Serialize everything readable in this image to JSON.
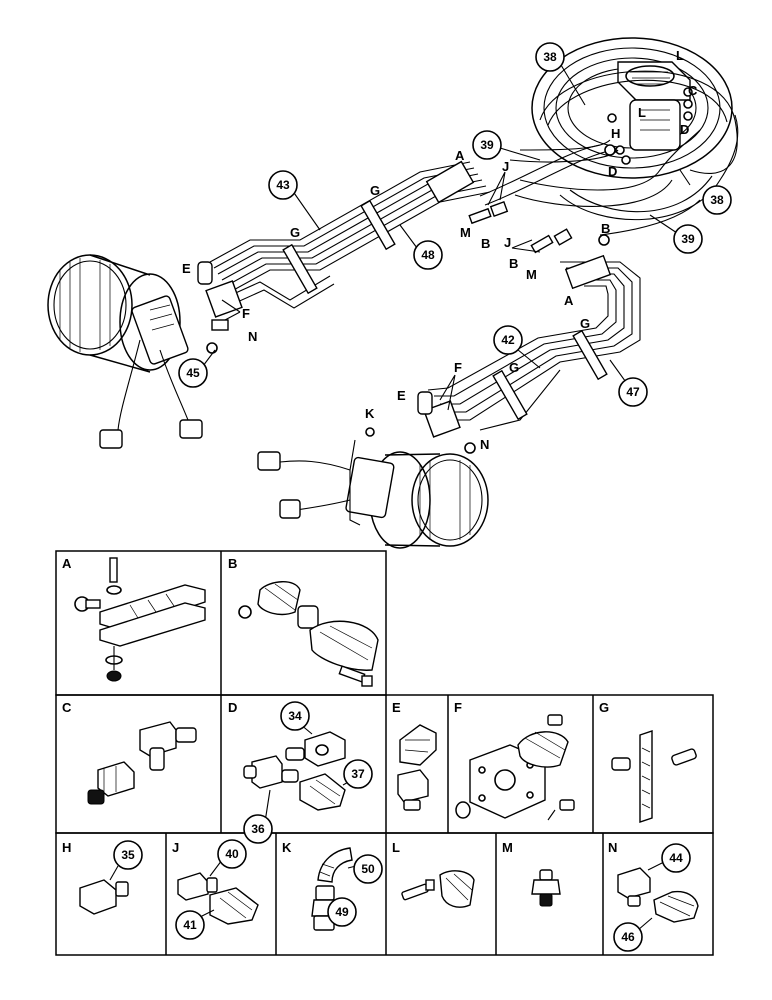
{
  "diagram": {
    "callouts": {
      "c34": "34",
      "c35": "35",
      "c36": "36",
      "c37": "37",
      "c38a": "38",
      "c38b": "38",
      "c39a": "39",
      "c39b": "39",
      "c40": "40",
      "c41": "41",
      "c42": "42",
      "c43": "43",
      "c44": "44",
      "c45": "45",
      "c46": "46",
      "c47": "47",
      "c48": "48",
      "c49": "49",
      "c50": "50"
    },
    "letters": {
      "L1": "L",
      "L2": "L",
      "C": "C",
      "D1": "D",
      "D2": "D",
      "H": "H",
      "A1": "A",
      "A2": "A",
      "J1": "J",
      "J2": "J",
      "G1": "G",
      "G2": "G",
      "G3": "G",
      "G4": "G",
      "M1": "M",
      "M2": "M",
      "B1": "B",
      "B2": "B",
      "B3": "B",
      "E1": "E",
      "E2": "E",
      "F1": "F",
      "F2": "F",
      "N1": "N",
      "N2": "N",
      "K": "K"
    },
    "panels": {
      "A": "A",
      "B": "B",
      "C": "C",
      "D": "D",
      "E": "E",
      "F": "F",
      "G": "G",
      "H": "H",
      "J": "J",
      "K": "K",
      "L": "L",
      "M": "M",
      "N": "N"
    }
  }
}
